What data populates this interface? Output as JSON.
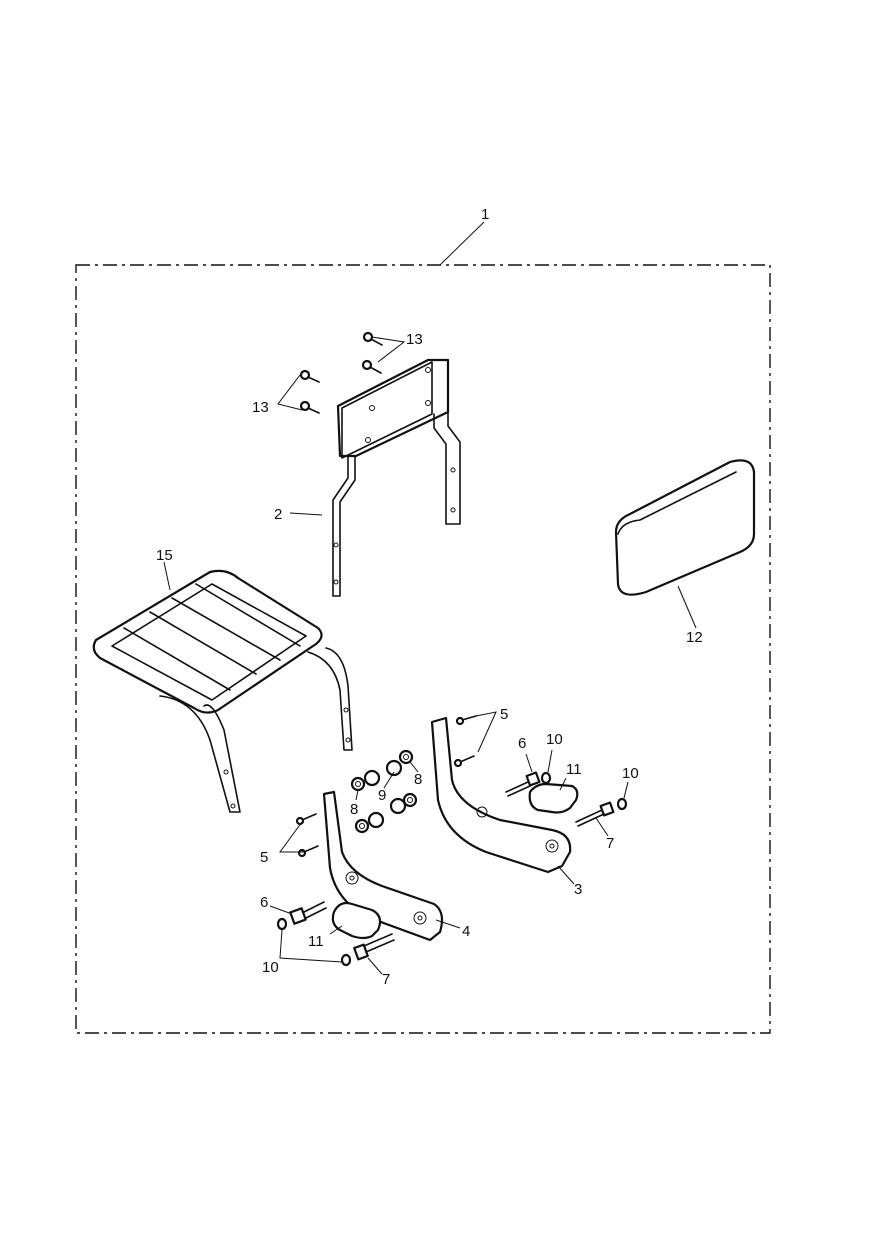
{
  "callouts": {
    "c1": "1",
    "c2": "2",
    "c3": "3",
    "c4": "4",
    "c5a": "5",
    "c5b": "5",
    "c6a": "6",
    "c6b": "6",
    "c7a": "7",
    "c7b": "7",
    "c8a": "8",
    "c8b": "8",
    "c9": "9",
    "c10a": "10",
    "c10b": "10",
    "c10c": "10",
    "c11a": "11",
    "c11b": "11",
    "c12": "12",
    "c13a": "13",
    "c13b": "13",
    "c15": "15"
  }
}
